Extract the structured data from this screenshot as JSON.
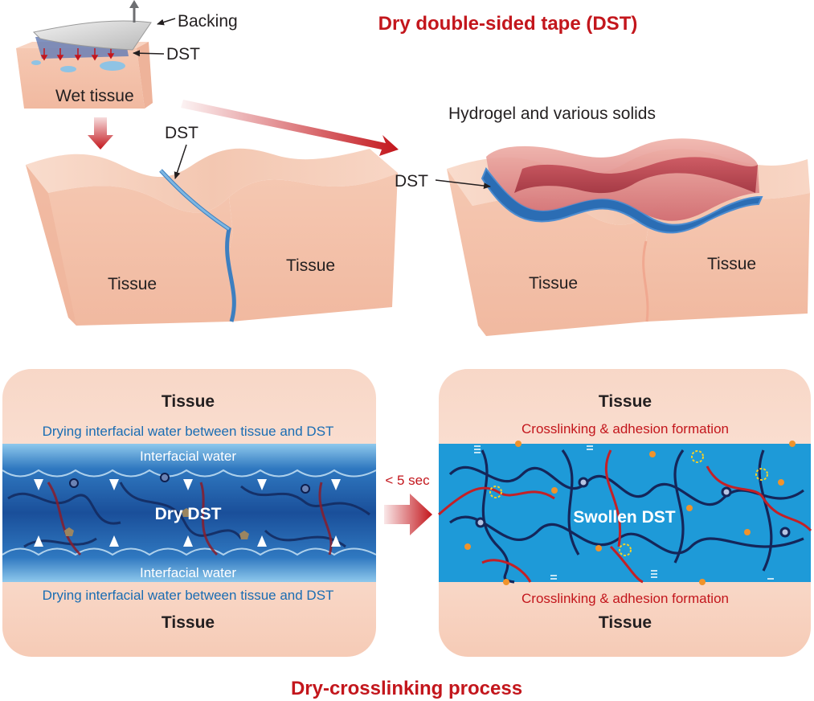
{
  "title_top": "Dry double-sided tape (DST)",
  "title_bottom": "Dry-crosslinking process",
  "top_left": {
    "backing": "Backing",
    "dst": "DST",
    "wet_tissue": "Wet tissue"
  },
  "top_middle": {
    "dst": "DST",
    "tissue_left": "Tissue",
    "tissue_right": "Tissue"
  },
  "top_right": {
    "heading": "Hydrogel and various solids",
    "dst": "DST",
    "tissue_left": "Tissue",
    "tissue_right": "Tissue"
  },
  "left_panel": {
    "tissue_top": "Tissue",
    "tissue_bottom": "Tissue",
    "drying_top": "Drying interfacial water between tissue and DST",
    "drying_bottom": "Drying interfacial water between tissue and DST",
    "water_top": "Interfacial water",
    "water_bottom": "Interfacial water",
    "center": "Dry DST"
  },
  "time_label": "< 5 sec",
  "right_panel": {
    "tissue_top": "Tissue",
    "tissue_bottom": "Tissue",
    "crosslink_top": "Crosslinking & adhesion formation",
    "crosslink_bottom": "Crosslinking & adhesion formation",
    "center": "Swollen DST"
  },
  "colors": {
    "accent_red": "#c3161c",
    "tissue_face": "#f3c2ab",
    "tissue_top": "#f7d2c0",
    "dry_dst": "#1c5da8",
    "swollen_dst": "#1e9ad8",
    "network_navy": "#1b2f6b",
    "network_red": "#c42026",
    "node_orange": "#f0932b"
  },
  "icons": [
    "arrow-up-icon",
    "arrow-down-icon",
    "arrow-right-icon",
    "water-droplet-icon"
  ]
}
